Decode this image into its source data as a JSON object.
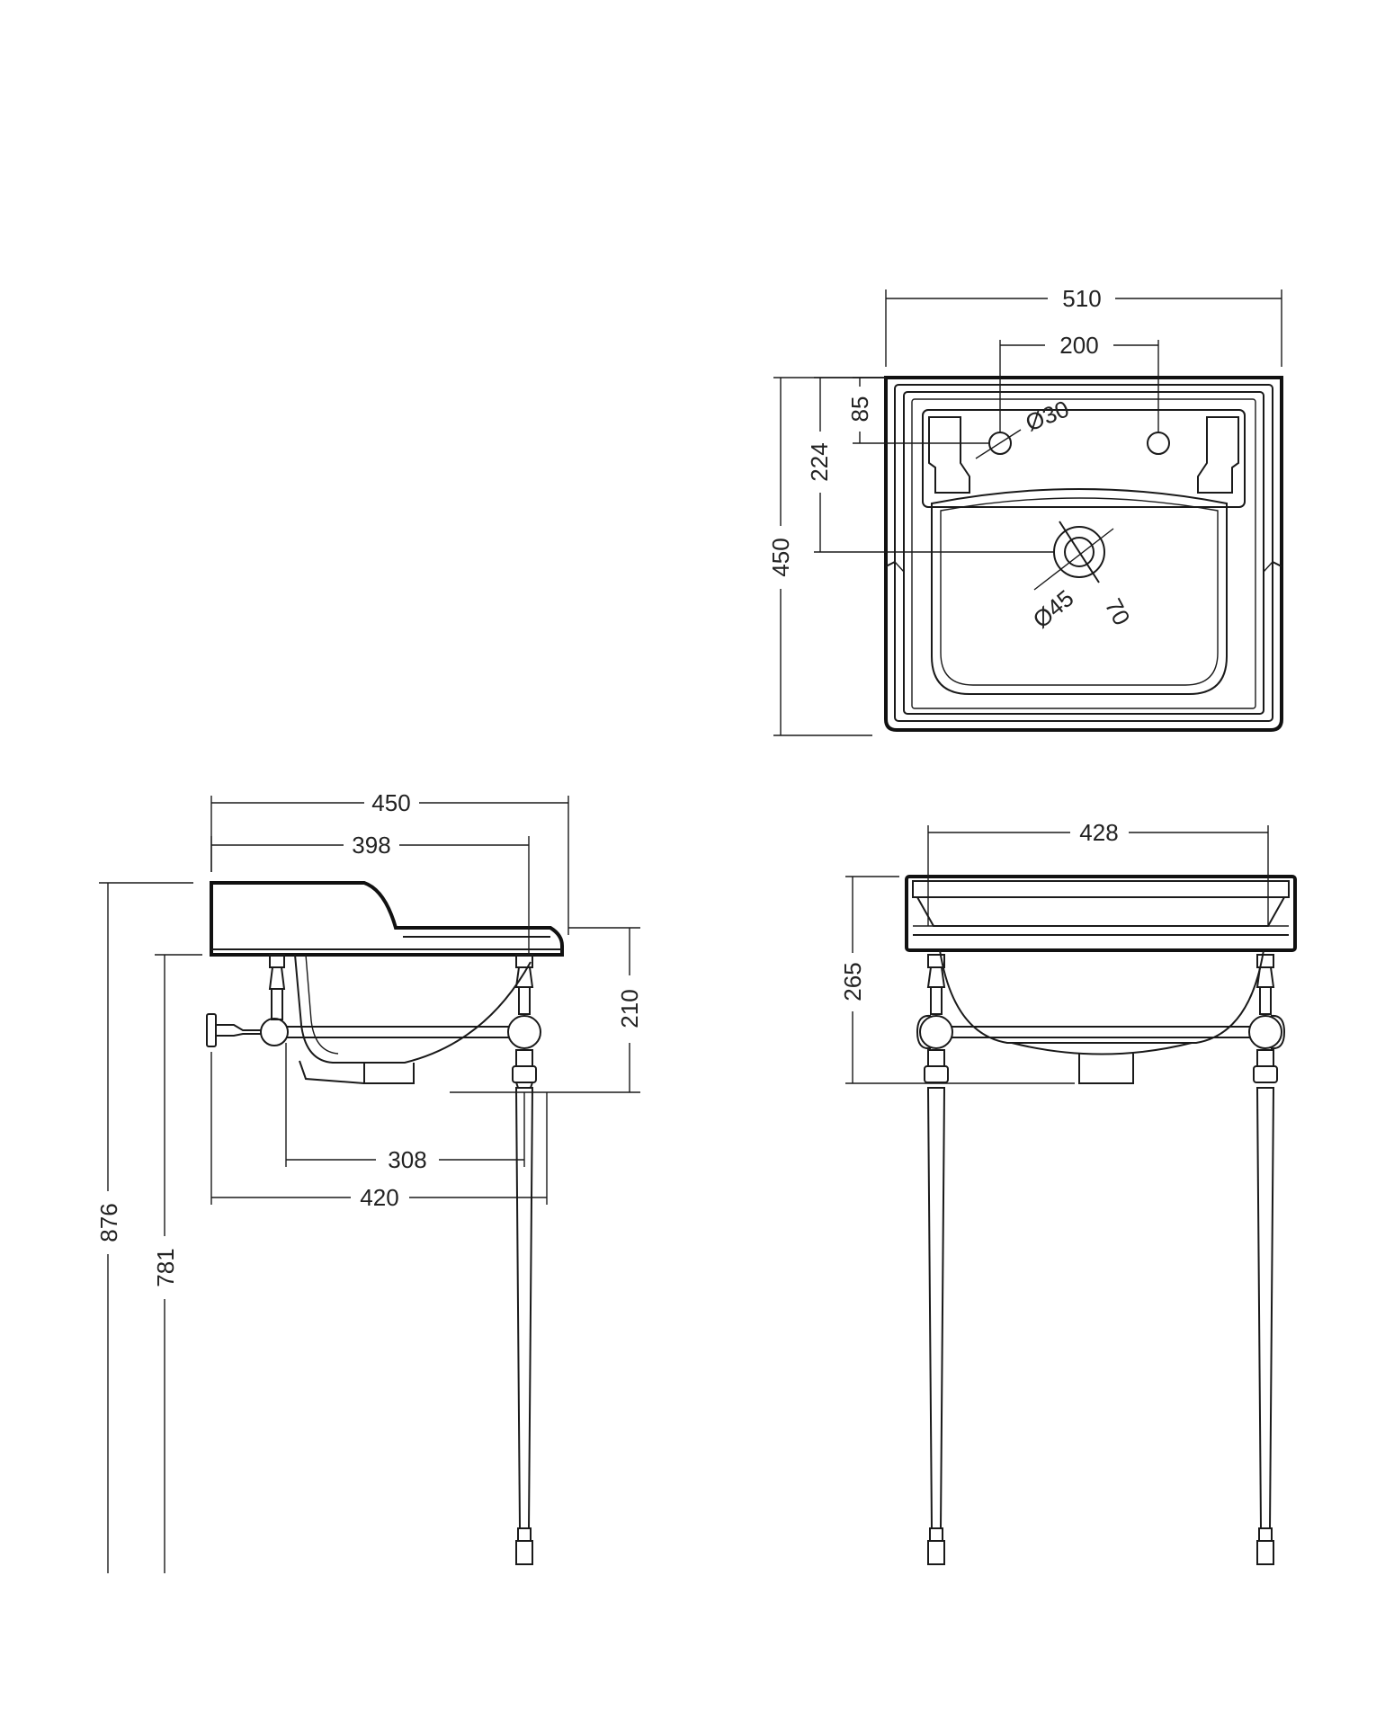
{
  "top_view": {
    "width_overall": "510",
    "tap_hole_spacing": "200",
    "tap_hole_offset": "85",
    "tap_hole_diameter": "Ø30",
    "waste_offset": "224",
    "depth_overall": "450",
    "waste_diameter": "Ø45",
    "waste_outer": "70"
  },
  "side_view": {
    "depth_overall": "450",
    "basin_depth": "398",
    "height_basin": "210",
    "leg_spacing": "308",
    "wall_to_leg": "420",
    "height_overall": "876",
    "height_underside": "781"
  },
  "front_view": {
    "inner_width": "428",
    "basin_height": "265"
  }
}
